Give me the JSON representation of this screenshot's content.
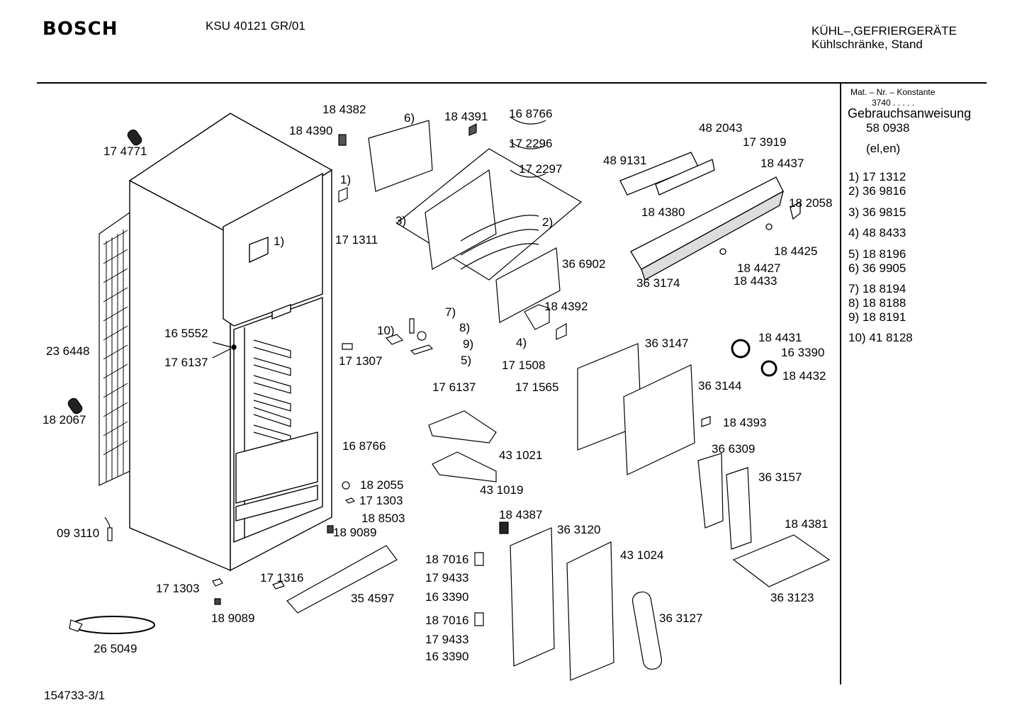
{
  "header": {
    "brand": "BOSCH",
    "model": "KSU 40121 GR/01",
    "category_line1": "KÜHL–,GEFRIERGERÄTE",
    "category_line2": "Kühlschränke, Stand"
  },
  "sidebar": {
    "mat_nr_label": "Mat. – Nr. – Konstante",
    "mat_nr_value": "3740  .  .  .  .  .",
    "manual_label": "Gebrauchsanweisung",
    "manual_number": "58 0938",
    "manual_languages": "(el,en)",
    "notes": [
      {
        "num": "1)",
        "part": "17 1312"
      },
      {
        "num": "2)",
        "part": "36 9816"
      },
      {
        "num": "3)",
        "part": "36 9815"
      },
      {
        "num": "4)",
        "part": "48 8433"
      },
      {
        "num": "5)",
        "part": "18 8196"
      },
      {
        "num": "6)",
        "part": "36 9905"
      },
      {
        "num": "7)",
        "part": "18 8194"
      },
      {
        "num": "8)",
        "part": "18 8188"
      },
      {
        "num": "9)",
        "part": "18 8191"
      },
      {
        "num": "10)",
        "part": "41 8128"
      }
    ]
  },
  "footer": {
    "doc_ref": "154733-3/1"
  },
  "part_labels": [
    "17 4771",
    "23 6448",
    "18 2067",
    "09 3110",
    "17 1303",
    "18 9089",
    "26 5049",
    "16 5552",
    "17 6137",
    "18 4382",
    "18 4390",
    "1)",
    "17 1311",
    "6)",
    "18 4391",
    "16 8766",
    "17 2296",
    "17 2297",
    "3)",
    "2)",
    "36 6902",
    "18 4392",
    "7)",
    "8)",
    "10)",
    "9)",
    "5)",
    "17 1307",
    "17 6137",
    "4)",
    "17 1508",
    "17 1565",
    "48 2043",
    "17 3919",
    "48 9131",
    "18 4437",
    "18 2058",
    "18 4380",
    "18 4425",
    "18 4427",
    "18 4433",
    "36 3174",
    "36 3147",
    "18 4431",
    "16 3390",
    "18 4432",
    "36 3144",
    "18 4393",
    "43 1021",
    "43 1019",
    "16 8766",
    "18 2055",
    "17 1303",
    "18 8503",
    "18 9089",
    "17 1316",
    "35 4597",
    "36 6309",
    "36 3157",
    "18 4381",
    "36 3123",
    "18 4387",
    "36 3120",
    "43 1024",
    "18 7016",
    "17 9433",
    "16 3390",
    "18 7016",
    "17 9433",
    "16 3390",
    "36 3127",
    "1)"
  ]
}
